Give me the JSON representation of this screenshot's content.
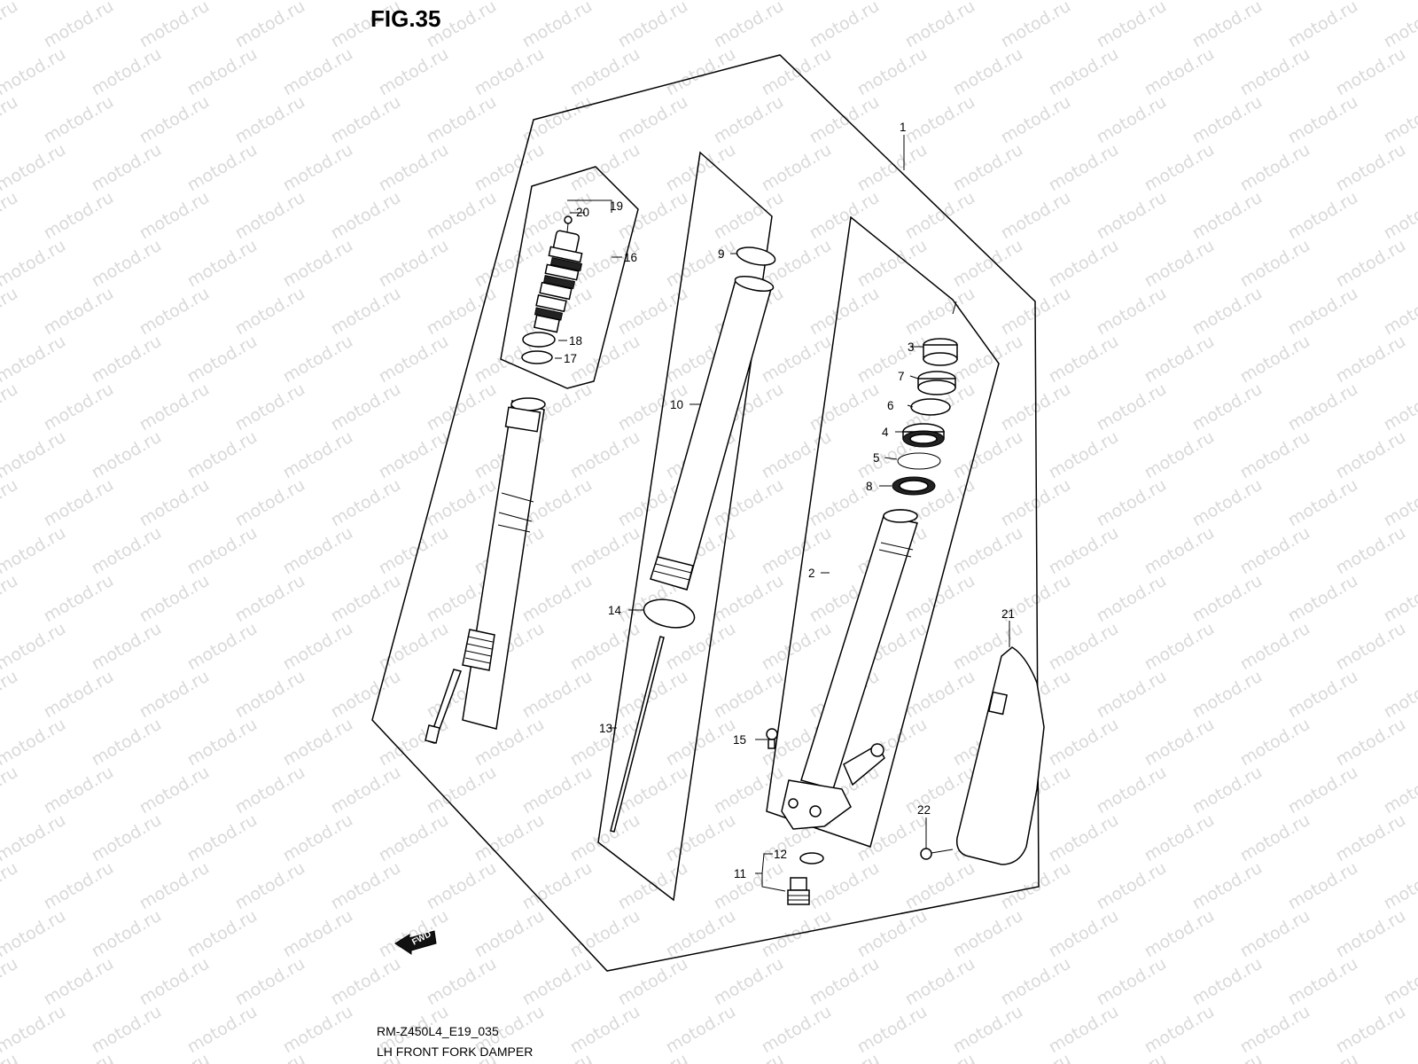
{
  "figure": {
    "title": "FIG.35",
    "code": "RM-Z450L4_E19_035",
    "caption": "LH FRONT FORK DAMPER",
    "direction_label": "FWD",
    "watermark": "motod.ru"
  },
  "callouts": [
    {
      "id": "c1",
      "label": "1"
    },
    {
      "id": "c2",
      "label": "2"
    },
    {
      "id": "c3",
      "label": "3"
    },
    {
      "id": "c4",
      "label": "4"
    },
    {
      "id": "c5",
      "label": "5"
    },
    {
      "id": "c6",
      "label": "6"
    },
    {
      "id": "c7",
      "label": "7"
    },
    {
      "id": "c8",
      "label": "8"
    },
    {
      "id": "c9",
      "label": "9"
    },
    {
      "id": "c10",
      "label": "10"
    },
    {
      "id": "c11",
      "label": "11"
    },
    {
      "id": "c12",
      "label": "12"
    },
    {
      "id": "c13",
      "label": "13"
    },
    {
      "id": "c14",
      "label": "14"
    },
    {
      "id": "c15",
      "label": "15"
    },
    {
      "id": "c16",
      "label": "16"
    },
    {
      "id": "c17",
      "label": "17"
    },
    {
      "id": "c18",
      "label": "18"
    },
    {
      "id": "c19",
      "label": "19"
    },
    {
      "id": "c20",
      "label": "20"
    },
    {
      "id": "c21",
      "label": "21"
    },
    {
      "id": "c22",
      "label": "22"
    }
  ]
}
